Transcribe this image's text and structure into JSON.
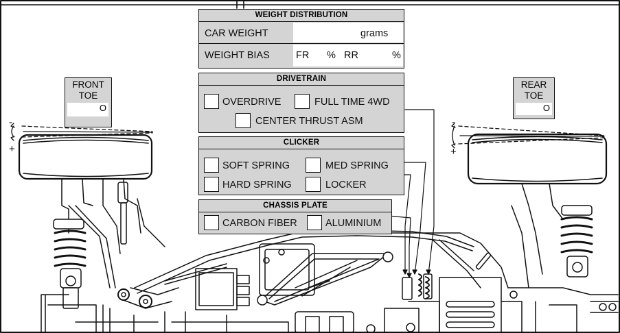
{
  "weight_distribution": {
    "title": "WEIGHT DISTRIBUTION",
    "car_weight_label": "CAR WEIGHT",
    "car_weight_unit": "grams",
    "weight_bias_label": "WEIGHT BIAS",
    "front_label": "FR",
    "rear_label": "RR",
    "percent": "%"
  },
  "drivetrain": {
    "title": "DRIVETRAIN",
    "options": [
      "OVERDRIVE",
      "FULL TIME 4WD",
      "CENTER THRUST ASM"
    ]
  },
  "clicker": {
    "title": "CLICKER",
    "options": [
      "SOFT SPRING",
      "MED SPRING",
      "HARD SPRING",
      "LOCKER"
    ]
  },
  "chassis_plate": {
    "title": "CHASSIS PLATE",
    "options": [
      "CARBON FIBER",
      "ALUMINIUM"
    ]
  },
  "front_toe": {
    "label_line1": "FRONT",
    "label_line2": "TOE",
    "value": "O"
  },
  "rear_toe": {
    "label_line1": "REAR",
    "label_line2": "TOE",
    "value": "O"
  },
  "toe_signs": {
    "minus": "-",
    "plus": "+"
  }
}
